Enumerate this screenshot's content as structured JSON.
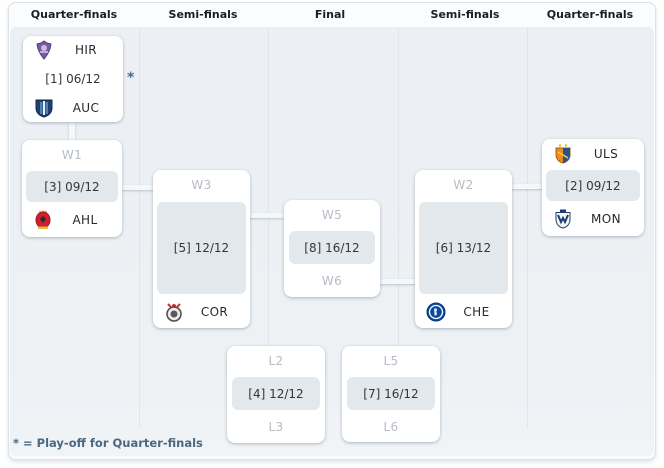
{
  "header": {
    "columns": [
      "Quarter-finals",
      "Semi-finals",
      "Final",
      "Semi-finals",
      "Quarter-finals"
    ]
  },
  "bracket": {
    "qf_left": {
      "team1": "HIR",
      "score": "[1] 06/12",
      "team2": "AUC",
      "playoff_marker": "*"
    },
    "qf_left_playoff": {
      "winner_slot": "W1",
      "score": "[3] 09/12",
      "team": "AHL"
    },
    "sf_left": {
      "winner_slot": "W3",
      "score": "[5] 12/12",
      "team": "COR"
    },
    "final": {
      "winner_slot_top": "W5",
      "score": "[8] 16/12",
      "winner_slot_bottom": "W6"
    },
    "sf_right": {
      "winner_slot": "W2",
      "score": "[6] 13/12",
      "team": "CHE"
    },
    "qf_right": {
      "team1": "ULS",
      "score": "[2] 09/12",
      "team2": "MON"
    },
    "fifth_place_playoff": {
      "loser_slot_top": "L2",
      "score": "[4] 12/12",
      "loser_slot_bottom": "L3"
    },
    "third_place_playoff": {
      "loser_slot_top": "L5",
      "score": "[7] 16/12",
      "loser_slot_bottom": "L6"
    }
  },
  "footnote": {
    "text": "* = Play-off for Quarter-finals"
  },
  "icons": {
    "hir": "hiroshima-crest-icon",
    "auc": "auckland-city-crest-icon",
    "ahl": "al-ahly-crest-icon",
    "cor": "corinthians-crest-icon",
    "che": "chelsea-crest-icon",
    "uls": "ulsan-crest-icon",
    "mon": "monterrey-crest-icon"
  },
  "colors": {
    "panel_background": "#fbfcfd",
    "bracket_background": "#edf1f4",
    "card_background": "#ffffff",
    "score_box_background": "#e3e8ec",
    "slot_label_text": "#b6bcc4",
    "team_text": "#26292c",
    "header_text": "#1b1d1f",
    "footnote_text": "#4b6880",
    "divider": "#e0e5ea"
  }
}
